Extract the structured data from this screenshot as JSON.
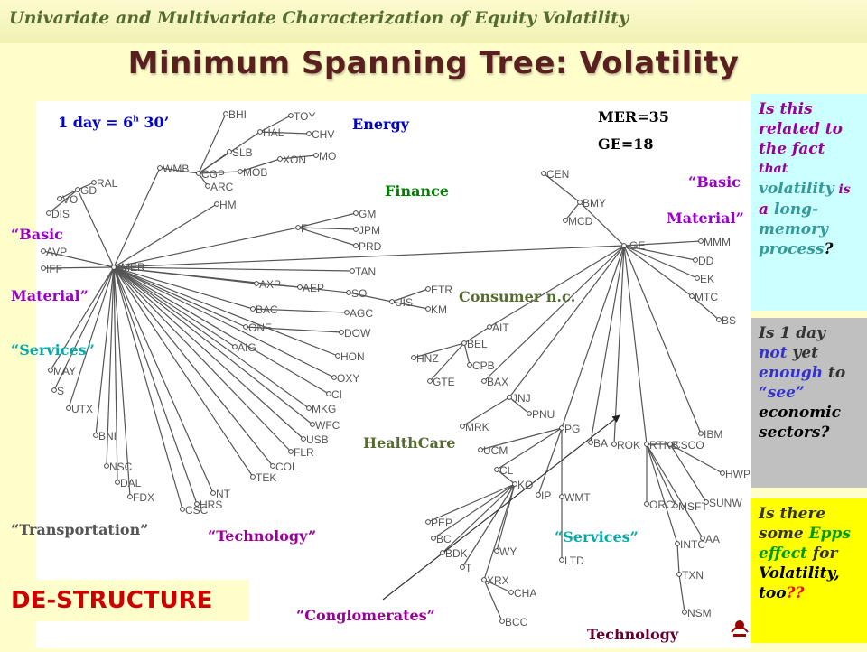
{
  "header": {
    "text": "Univariate and Multivariate Characterization of Equity Volatility"
  },
  "title": "Minimum Spanning Tree: Volatility",
  "annotations": {
    "one_day_prefix": "1 day = 6",
    "one_day_sup": "h",
    "one_day_suffix": " 30’",
    "energy": "Energy",
    "mer": "MER=35",
    "ge": "GE=18",
    "finance": "Finance",
    "basic_left_1": "“Basic",
    "basic_left_2": "Material”",
    "basic_right_1": "“Basic",
    "basic_right_2": "Material”",
    "consumer": "Consumer n.c.",
    "services_left": "“Services”",
    "healthcare": "HealthCare",
    "transportation": "“Transportation”",
    "technology_left": "“Technology”",
    "services_right": "“Services”",
    "conglomerates": "“Conglomerates”",
    "technology_right": "Technology"
  },
  "panels": {
    "p1": {
      "l1": "Is this",
      "l2": "related to",
      "l3": "the  fact",
      "l4": "that",
      "l5": "volatility",
      "l5b": " is",
      "l6a": "a ",
      "l6b": "long-",
      "l7": "memory",
      "l8a": "process",
      "l8b": "?"
    },
    "p2": {
      "l1": "Is 1 day",
      "l2a": "not",
      "l2b": " yet",
      "l3a": "enough",
      "l3b": " to",
      "l4": "“see”",
      "l5": "economic",
      "l6": "sectors?"
    },
    "p3": {
      "l1": "Is there",
      "l2a": "some ",
      "l2b": "Epps",
      "l3a": "effect",
      "l3b": " for",
      "l4": "Volatility,",
      "l5a": "too",
      "l5b": "??"
    }
  },
  "destructure": "DE-STRUCTURE",
  "colors": {
    "header_text": "#556b2f",
    "title": "#5a1f1f",
    "energy": "#0000cc",
    "finance": "#008000",
    "basic": "#9900cc",
    "consumer": "#556b2f",
    "services": "#00aaaa",
    "transportation": "#555555",
    "technology_left": "#990099",
    "conglomerates": "#990099",
    "technology_right": "#660033",
    "panel1_bg": "#ccffff",
    "panel2_bg": "#c0c0c0",
    "panel3_bg": "#ffff00",
    "destructure": "#cc0000"
  },
  "graph": {
    "nodes": [
      {
        "id": "MER",
        "label": "MER"
      },
      {
        "id": "GE",
        "label": "GE"
      },
      {
        "id": "BHI",
        "label": "BHI"
      },
      {
        "id": "TOY",
        "label": "TOY"
      },
      {
        "id": "HAL",
        "label": "HAL"
      },
      {
        "id": "CHV",
        "label": "CHV"
      },
      {
        "id": "SLB",
        "label": "SLB"
      },
      {
        "id": "XON",
        "label": "XON"
      },
      {
        "id": "MO",
        "label": "MO"
      },
      {
        "id": "WMB",
        "label": "WMB"
      },
      {
        "id": "CGP",
        "label": "CGP"
      },
      {
        "id": "MOB",
        "label": "MOB"
      },
      {
        "id": "ARC",
        "label": "ARC"
      },
      {
        "id": "HM",
        "label": "HM"
      },
      {
        "id": "RAL",
        "label": "RAL"
      },
      {
        "id": "GD",
        "label": "GD"
      },
      {
        "id": "VO",
        "label": "VO"
      },
      {
        "id": "DIS",
        "label": "DIS"
      },
      {
        "id": "AVP",
        "label": "AVP"
      },
      {
        "id": "IFF",
        "label": "IFF"
      },
      {
        "id": "F",
        "label": "F"
      },
      {
        "id": "GM",
        "label": "GM"
      },
      {
        "id": "JPM",
        "label": "JPM"
      },
      {
        "id": "PRD",
        "label": "PRD"
      },
      {
        "id": "TAN",
        "label": "TAN"
      },
      {
        "id": "AXP",
        "label": "AXP"
      },
      {
        "id": "AEP",
        "label": "AEP"
      },
      {
        "id": "SO",
        "label": "SO"
      },
      {
        "id": "UIS",
        "label": "UIS"
      },
      {
        "id": "ETR",
        "label": "ETR"
      },
      {
        "id": "KM",
        "label": "KM"
      },
      {
        "id": "BAC",
        "label": "BAC"
      },
      {
        "id": "AGC",
        "label": "AGC"
      },
      {
        "id": "ONE",
        "label": "ONE"
      },
      {
        "id": "DOW",
        "label": "DOW"
      },
      {
        "id": "AIG",
        "label": "AIG"
      },
      {
        "id": "HON",
        "label": "HON"
      },
      {
        "id": "OXY",
        "label": "OXY"
      },
      {
        "id": "CI",
        "label": "CI"
      },
      {
        "id": "MKG",
        "label": "MKG"
      },
      {
        "id": "WFC",
        "label": "WFC"
      },
      {
        "id": "USB",
        "label": "USB"
      },
      {
        "id": "FLR",
        "label": "FLR"
      },
      {
        "id": "COL",
        "label": "COL"
      },
      {
        "id": "TEK",
        "label": "TEK"
      },
      {
        "id": "NT",
        "label": "NT"
      },
      {
        "id": "HRS",
        "label": "HRS"
      },
      {
        "id": "CSC",
        "label": "CSC"
      },
      {
        "id": "FDX",
        "label": "FDX"
      },
      {
        "id": "DAL",
        "label": "DAL"
      },
      {
        "id": "NSC",
        "label": "NSC"
      },
      {
        "id": "BNI",
        "label": "BNI"
      },
      {
        "id": "UTX",
        "label": "UTX"
      },
      {
        "id": "S",
        "label": "S"
      },
      {
        "id": "MAY",
        "label": "MAY"
      },
      {
        "id": "CEN",
        "label": "CEN"
      },
      {
        "id": "BMY",
        "label": "BMY"
      },
      {
        "id": "MCD",
        "label": "MCD"
      },
      {
        "id": "MMM",
        "label": "MMM"
      },
      {
        "id": "DD",
        "label": "DD"
      },
      {
        "id": "EK",
        "label": "EK"
      },
      {
        "id": "MTC",
        "label": "MTC"
      },
      {
        "id": "BS",
        "label": "BS"
      },
      {
        "id": "AIT",
        "label": "AIT"
      },
      {
        "id": "BEL",
        "label": "BEL"
      },
      {
        "id": "HNZ",
        "label": "HNZ"
      },
      {
        "id": "CPB",
        "label": "CPB"
      },
      {
        "id": "GTE",
        "label": "GTE"
      },
      {
        "id": "BAX",
        "label": "BAX"
      },
      {
        "id": "JNJ",
        "label": "JNJ"
      },
      {
        "id": "PNU",
        "label": "PNU"
      },
      {
        "id": "MRK",
        "label": "MRK"
      },
      {
        "id": "PG",
        "label": "PG"
      },
      {
        "id": "UCM",
        "label": "UCM"
      },
      {
        "id": "BA",
        "label": "BA"
      },
      {
        "id": "ROK",
        "label": "ROK"
      },
      {
        "id": "RTNB",
        "label": "RTNB"
      },
      {
        "id": "CSCO",
        "label": "CSCO"
      },
      {
        "id": "IBM",
        "label": "IBM"
      },
      {
        "id": "HWP",
        "label": "HWP"
      },
      {
        "id": "CL",
        "label": "CL"
      },
      {
        "id": "KO",
        "label": "KO"
      },
      {
        "id": "IP",
        "label": "IP"
      },
      {
        "id": "WMT",
        "label": "WMT"
      },
      {
        "id": "ORCL",
        "label": "ORCL"
      },
      {
        "id": "MSFT",
        "label": "MSFT"
      },
      {
        "id": "SUNW",
        "label": "SUNW"
      },
      {
        "id": "AA",
        "label": "AA"
      },
      {
        "id": "INTC",
        "label": "INTC"
      },
      {
        "id": "TXN",
        "label": "TXN"
      },
      {
        "id": "NSM",
        "label": "NSM"
      },
      {
        "id": "PEP",
        "label": "PEP"
      },
      {
        "id": "BC",
        "label": "BC"
      },
      {
        "id": "BDK",
        "label": "BDK"
      },
      {
        "id": "T",
        "label": "T"
      },
      {
        "id": "WY",
        "label": "WY"
      },
      {
        "id": "XRX",
        "label": "XRX"
      },
      {
        "id": "CHA",
        "label": "CHA"
      },
      {
        "id": "BCC",
        "label": "BCC"
      },
      {
        "id": "LTD",
        "label": "LTD"
      }
    ],
    "edges": [
      [
        "MER",
        "GE"
      ],
      [
        "MER",
        "WMB"
      ],
      [
        "WMB",
        "CGP"
      ],
      [
        "CGP",
        "BHI"
      ],
      [
        "CGP",
        "HAL"
      ],
      [
        "HAL",
        "TOY"
      ],
      [
        "HAL",
        "CHV"
      ],
      [
        "CGP",
        "SLB"
      ],
      [
        "CGP",
        "MOB"
      ],
      [
        "MOB",
        "XON"
      ],
      [
        "XON",
        "MO"
      ],
      [
        "CGP",
        "ARC"
      ],
      [
        "MER",
        "HM"
      ],
      [
        "MER",
        "GD"
      ],
      [
        "GD",
        "RAL"
      ],
      [
        "GD",
        "VO"
      ],
      [
        "GD",
        "DIS"
      ],
      [
        "MER",
        "AVP"
      ],
      [
        "MER",
        "IFF"
      ],
      [
        "MER",
        "F"
      ],
      [
        "F",
        "GM"
      ],
      [
        "F",
        "JPM"
      ],
      [
        "F",
        "PRD"
      ],
      [
        "MER",
        "TAN"
      ],
      [
        "MER",
        "AXP"
      ],
      [
        "AXP",
        "AEP"
      ],
      [
        "MER",
        "SO"
      ],
      [
        "SO",
        "UIS"
      ],
      [
        "UIS",
        "ETR"
      ],
      [
        "UIS",
        "KM"
      ],
      [
        "MER",
        "BAC"
      ],
      [
        "BAC",
        "AGC"
      ],
      [
        "MER",
        "ONE"
      ],
      [
        "ONE",
        "DOW"
      ],
      [
        "MER",
        "AIG"
      ],
      [
        "MER",
        "HON"
      ],
      [
        "MER",
        "OXY"
      ],
      [
        "MER",
        "CI"
      ],
      [
        "MER",
        "MKG"
      ],
      [
        "MER",
        "WFC"
      ],
      [
        "MER",
        "USB"
      ],
      [
        "MER",
        "FLR"
      ],
      [
        "MER",
        "COL"
      ],
      [
        "MER",
        "TEK"
      ],
      [
        "MER",
        "NT"
      ],
      [
        "MER",
        "HRS"
      ],
      [
        "MER",
        "CSC"
      ],
      [
        "MER",
        "FDX"
      ],
      [
        "MER",
        "DAL"
      ],
      [
        "MER",
        "NSC"
      ],
      [
        "MER",
        "BNI"
      ],
      [
        "MER",
        "UTX"
      ],
      [
        "MER",
        "S"
      ],
      [
        "MER",
        "MAY"
      ],
      [
        "GE",
        "BMY"
      ],
      [
        "BMY",
        "CEN"
      ],
      [
        "BMY",
        "MCD"
      ],
      [
        "GE",
        "MMM"
      ],
      [
        "GE",
        "DD"
      ],
      [
        "GE",
        "EK"
      ],
      [
        "GE",
        "MTC"
      ],
      [
        "MTC",
        "BS"
      ],
      [
        "GE",
        "AIT"
      ],
      [
        "AIT",
        "BEL"
      ],
      [
        "BEL",
        "HNZ"
      ],
      [
        "BEL",
        "CPB"
      ],
      [
        "BEL",
        "GTE"
      ],
      [
        "GE",
        "BAX"
      ],
      [
        "GE",
        "JNJ"
      ],
      [
        "JNJ",
        "PNU"
      ],
      [
        "JNJ",
        "MRK"
      ],
      [
        "GE",
        "PG"
      ],
      [
        "PG",
        "UCM"
      ],
      [
        "PG",
        "CL"
      ],
      [
        "CL",
        "KO"
      ],
      [
        "PG",
        "IP"
      ],
      [
        "PG",
        "WMT"
      ],
      [
        "GE",
        "BA"
      ],
      [
        "GE",
        "ROK"
      ],
      [
        "GE",
        "RTNB"
      ],
      [
        "RTNB",
        "CSCO"
      ],
      [
        "GE",
        "IBM"
      ],
      [
        "CSCO",
        "HWP"
      ],
      [
        "KO",
        "PEP"
      ],
      [
        "KO",
        "BC"
      ],
      [
        "KO",
        "BDK"
      ],
      [
        "KO",
        "T"
      ],
      [
        "KO",
        "XRX"
      ],
      [
        "KO",
        "WY"
      ],
      [
        "XRX",
        "CHA"
      ],
      [
        "XRX",
        "BCC"
      ],
      [
        "WMT",
        "LTD"
      ],
      [
        "RTNB",
        "ORCL"
      ],
      [
        "RTNB",
        "MSFT"
      ],
      [
        "CSCO",
        "SUNW"
      ],
      [
        "RTNB",
        "AA"
      ],
      [
        "RTNB",
        "INTC"
      ],
      [
        "INTC",
        "TXN"
      ],
      [
        "TXN",
        "NSM"
      ]
    ]
  }
}
